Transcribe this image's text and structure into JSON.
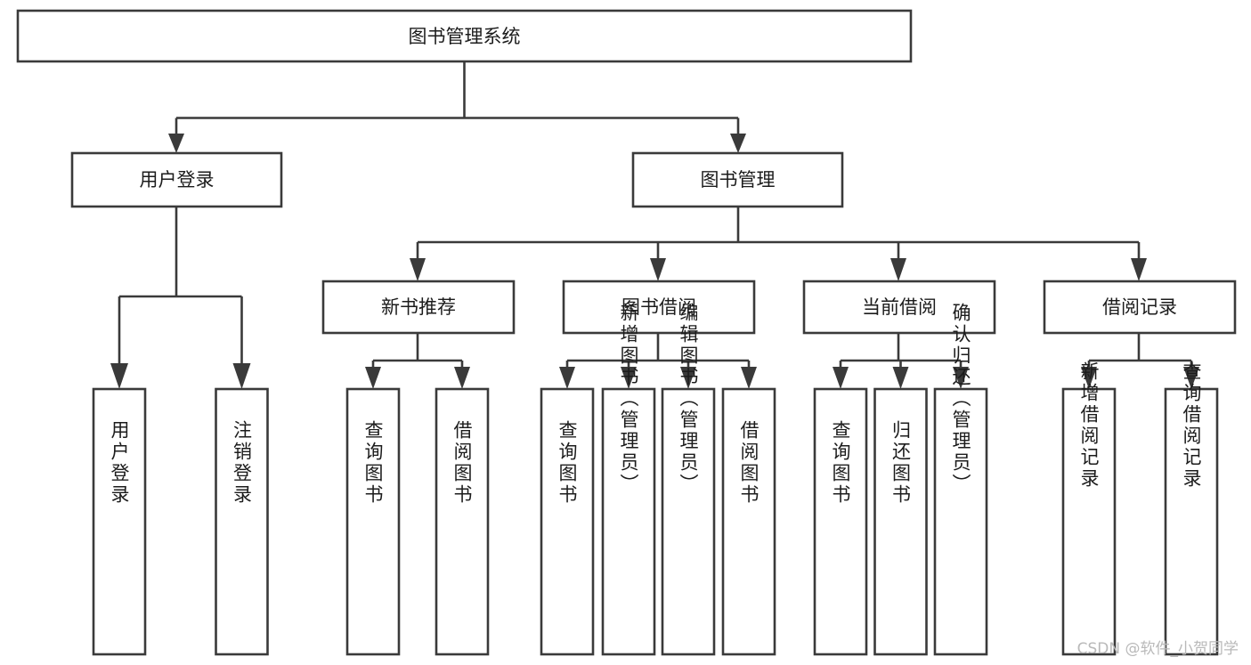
{
  "diagram": {
    "type": "tree",
    "title": "图书管理系统",
    "watermark": "CSDN @软件_小贺同学",
    "colors": {
      "stroke": "#3a3a3a",
      "text": "#1c1c1c",
      "background": "#ffffff",
      "watermark": "#b9b9b9"
    },
    "nodes": {
      "root": {
        "label": "图书管理系统"
      },
      "level1": [
        {
          "label": "用户登录"
        },
        {
          "label": "图书管理"
        }
      ],
      "level2": [
        {
          "label": "新书推荐"
        },
        {
          "label": "图书借阅"
        },
        {
          "label": "当前借阅"
        },
        {
          "label": "借阅记录"
        }
      ],
      "leaves_user_login": [
        {
          "label": "用户登录"
        },
        {
          "label": "注销登录"
        }
      ],
      "leaves_new_book": [
        {
          "label": "查询图书"
        },
        {
          "label": "借阅图书"
        }
      ],
      "leaves_borrow": [
        {
          "label": "查询图书"
        },
        {
          "label": "新增图书（管理员）"
        },
        {
          "label": "编辑图书（管理员）"
        },
        {
          "label": "借阅图书"
        }
      ],
      "leaves_current": [
        {
          "label": "查询图书"
        },
        {
          "label": "归还图书"
        },
        {
          "label": "确认归还（管理员）"
        }
      ],
      "leaves_record": [
        {
          "label": "新增借阅记录"
        },
        {
          "label": "查询借阅记录"
        }
      ]
    }
  }
}
